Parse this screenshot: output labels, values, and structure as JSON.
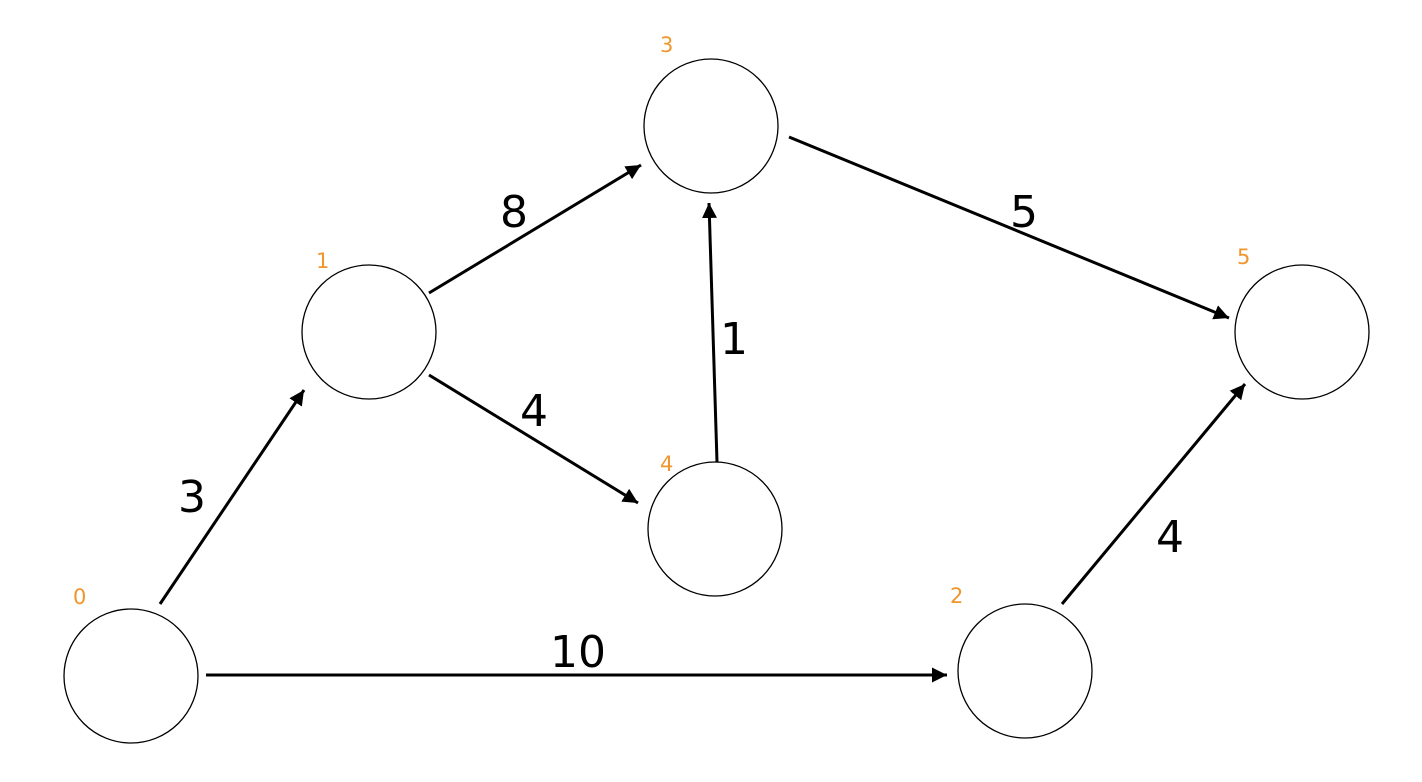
{
  "graph": {
    "nodes": [
      {
        "id": "0",
        "label": "0"
      },
      {
        "id": "1",
        "label": "1"
      },
      {
        "id": "2",
        "label": "2"
      },
      {
        "id": "3",
        "label": "3"
      },
      {
        "id": "4",
        "label": "4"
      },
      {
        "id": "5",
        "label": "5"
      }
    ],
    "edges": [
      {
        "from": "0",
        "to": "1",
        "weight": "3"
      },
      {
        "from": "0",
        "to": "2",
        "weight": "10"
      },
      {
        "from": "1",
        "to": "3",
        "weight": "8"
      },
      {
        "from": "1",
        "to": "4",
        "weight": "4"
      },
      {
        "from": "4",
        "to": "3",
        "weight": "1"
      },
      {
        "from": "3",
        "to": "5",
        "weight": "5"
      },
      {
        "from": "2",
        "to": "5",
        "weight": "4"
      }
    ],
    "colors": {
      "node_label": "#f0962e",
      "edge": "#000000",
      "node_stroke": "#000000"
    }
  }
}
